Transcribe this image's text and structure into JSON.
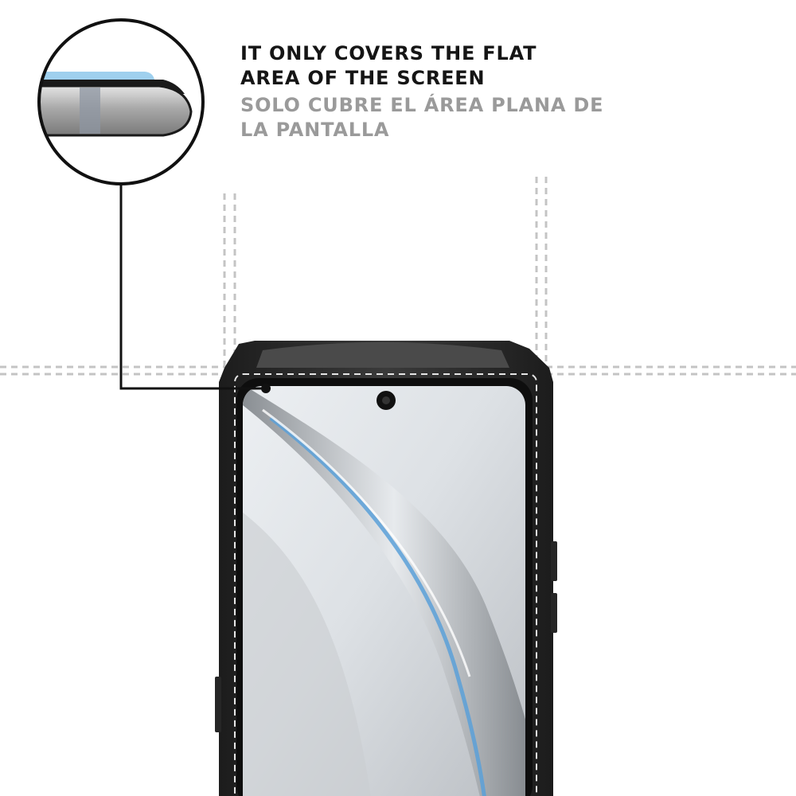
{
  "caption": {
    "english": "IT ONLY COVERS THE FLAT\nAREA OF THE SCREEN",
    "spanish": "SOLO CUBRE EL ÁREA PLANA DE\nLA PANTALLA"
  },
  "colors": {
    "english_text": "#151515",
    "spanish_text": "#9a9a9a",
    "guide_lines": "#c4c4c4",
    "phone_frame": "#2d2d2d",
    "protector_highlight": "#9fd0ee"
  },
  "icons": [
    "magnified-edge-detail",
    "phone-front",
    "front-camera-icon"
  ]
}
